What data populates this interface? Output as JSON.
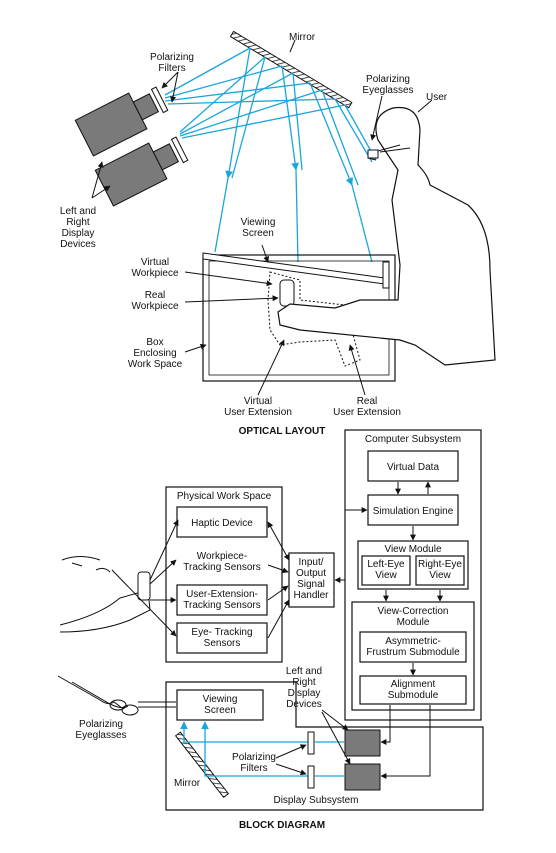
{
  "optical": {
    "mirror": "Mirror",
    "polarizing_filters": [
      "Polarizing",
      "Filters"
    ],
    "polarizing_eyeglasses": [
      "Polarizing",
      "Eyeglasses"
    ],
    "user": "User",
    "display_devices": [
      "Left and",
      "Right",
      "Display",
      "Devices"
    ],
    "viewing_screen": [
      "Viewing",
      "Screen"
    ],
    "virtual_workpiece": [
      "Virtual",
      "Workpiece"
    ],
    "real_workpiece": [
      "Real",
      "Workpiece"
    ],
    "box": [
      "Box",
      "Enclosing",
      "Work Space"
    ],
    "virtual_user_extension": [
      "Virtual",
      "User Extension"
    ],
    "real_user_extension": [
      "Real",
      "User Extension"
    ],
    "caption": "OPTICAL LAYOUT"
  },
  "block": {
    "computer_subsystem": "Computer Subsystem",
    "virtual_data": "Virtual Data",
    "simulation_engine": "Simulation Engine",
    "view_module": "View Module",
    "left_eye_view": [
      "Left-Eye",
      "View"
    ],
    "right_eye_view": [
      "Right-Eye",
      "View"
    ],
    "view_correction_module": [
      "View-Correction",
      "Module"
    ],
    "asymmetric": [
      "Asymmetric-",
      "Frustrum Submodule"
    ],
    "alignment": [
      "Alignment",
      "Submodule"
    ],
    "physical_work_space": "Physical Work Space",
    "haptic_device": "Haptic Device",
    "workpiece_tracking": [
      "Workpiece-",
      "Tracking Sensors"
    ],
    "user_extension_tracking": [
      "User-Extension-",
      "Tracking Sensors"
    ],
    "eye_tracking": [
      "Eye- Tracking",
      "Sensors"
    ],
    "io_handler": [
      "Input/",
      "Output",
      "Signal",
      "Handler"
    ],
    "viewing_screen": [
      "Viewing",
      "Screen"
    ],
    "polarizing_eyeglasses": [
      "Polarizing",
      "Eyeglasses"
    ],
    "display_devices": [
      "Left and",
      "Right",
      "Display",
      "Devices"
    ],
    "polarizing_filters": [
      "Polarizing",
      "Filters"
    ],
    "mirror": "Mirror",
    "display_subsystem": "Display Subsystem",
    "caption": "BLOCK DIAGRAM"
  }
}
